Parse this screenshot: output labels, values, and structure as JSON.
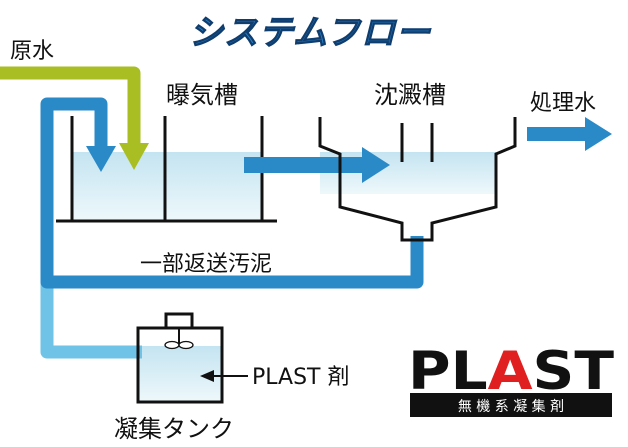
{
  "title": "システムフロー",
  "labels": {
    "raw_water": "原水",
    "aeration_tank": "曝気槽",
    "sedimentation_tank": "沈澱槽",
    "treated_water": "処理水",
    "return_sludge": "一部返送汚泥",
    "reagent": "PLAST 剤",
    "coagulation_tank": "凝集タンク"
  },
  "logo": {
    "text": "PLAST",
    "subtitle": "無 機 系 凝 集 剤"
  },
  "colors": {
    "title": "#2a7fc4",
    "raw_pipe": "#a9be22",
    "main_pipe": "#2a8ac8",
    "light_pipe": "#6ec3e6",
    "water": "#d9eef6",
    "logo_red": "#e02020"
  }
}
